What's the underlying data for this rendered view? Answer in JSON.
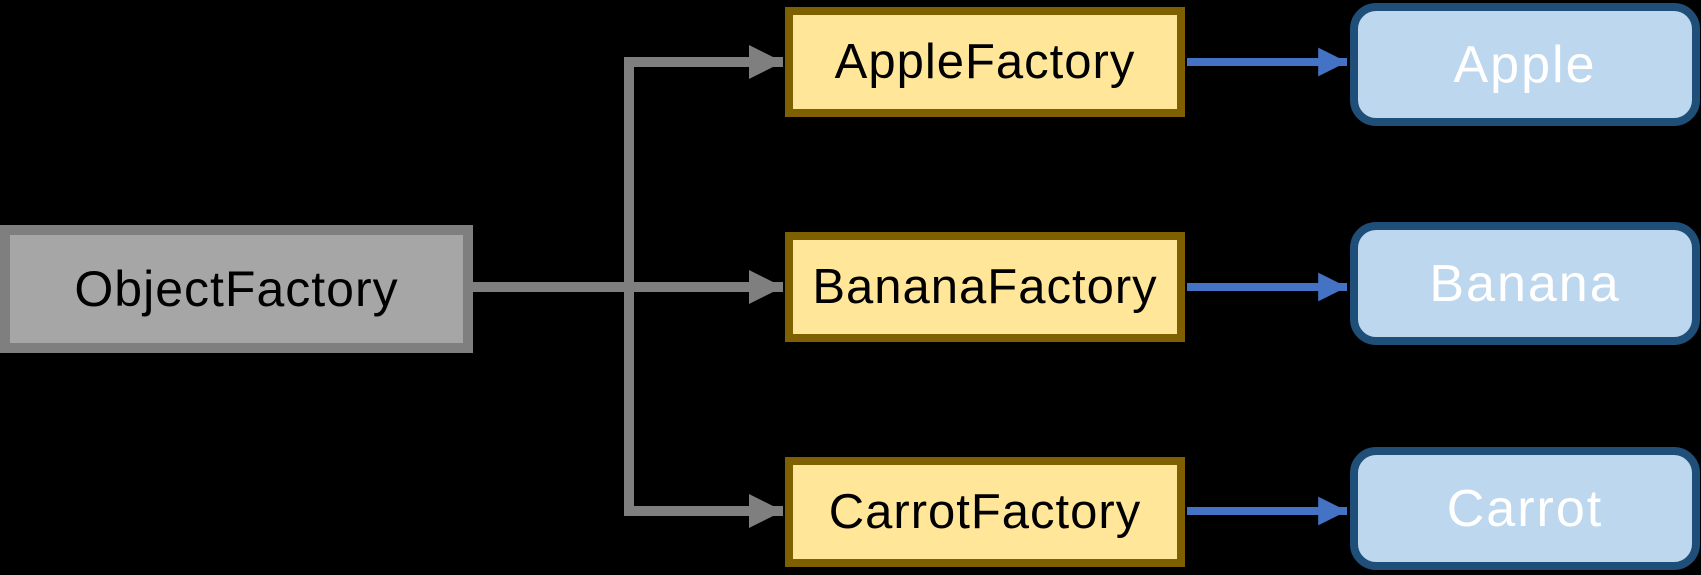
{
  "diagram": {
    "background_color": "#000000",
    "root": {
      "label": "ObjectFactory",
      "fill_color": "#A6A6A6",
      "border_color": "#7F7F7F",
      "text_color": "#000000"
    },
    "factory_style": {
      "fill_color": "#FFE699",
      "border_color": "#7F6000",
      "text_color": "#000000"
    },
    "factories": [
      {
        "label": "AppleFactory"
      },
      {
        "label": "BananaFactory"
      },
      {
        "label": "CarrotFactory"
      }
    ],
    "product_style": {
      "fill_color": "#BDD7EE",
      "border_color": "#1F4E79",
      "text_color": "#FFFFFF"
    },
    "products": [
      {
        "label": "Apple"
      },
      {
        "label": "Banana"
      },
      {
        "label": "Carrot"
      }
    ],
    "connectors": {
      "tree_color": "#7F7F7F",
      "produce_color": "#4472C4"
    }
  }
}
